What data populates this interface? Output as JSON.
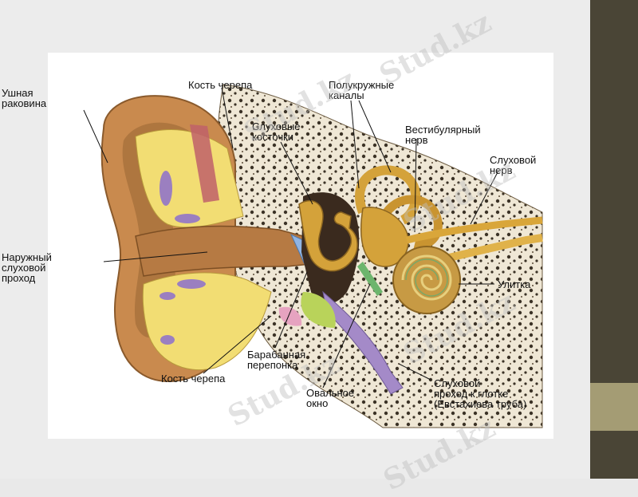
{
  "labels": {
    "pinna": "Ушная\nраковина",
    "skull_bone_top": "Кость черепа",
    "ossicles": "Слуховые\nкосточки",
    "semicircular_canals": "Полукружные\nканалы",
    "vestibular_nerve": "Вестибулярный\nнерв",
    "auditory_nerve": "Слуховой\nнерв",
    "ear_canal": "Наружный\nслуховой\nпроход",
    "cochlea": "Улитка",
    "eardrum": "Барабанная\nперепонка",
    "skull_bone_bottom": "Кость черепа",
    "oval_window": "Овальное\nокно",
    "eustachian_tube": "Слуховой\nпроход к глотке\n(Евстахиева труба)"
  },
  "watermark": {
    "text": "Stud.kz"
  },
  "colors": {
    "side_bar": "#4a4536",
    "side_accent": "#a49c74",
    "skin": "#c98a4e",
    "cartilage": "#f2dd73",
    "bone": "#ece4d2",
    "ossicles": "#d4a23a",
    "nerve": "#d9a63a",
    "eardrum": "#8fb4e3",
    "tube": "#a48ac8"
  }
}
